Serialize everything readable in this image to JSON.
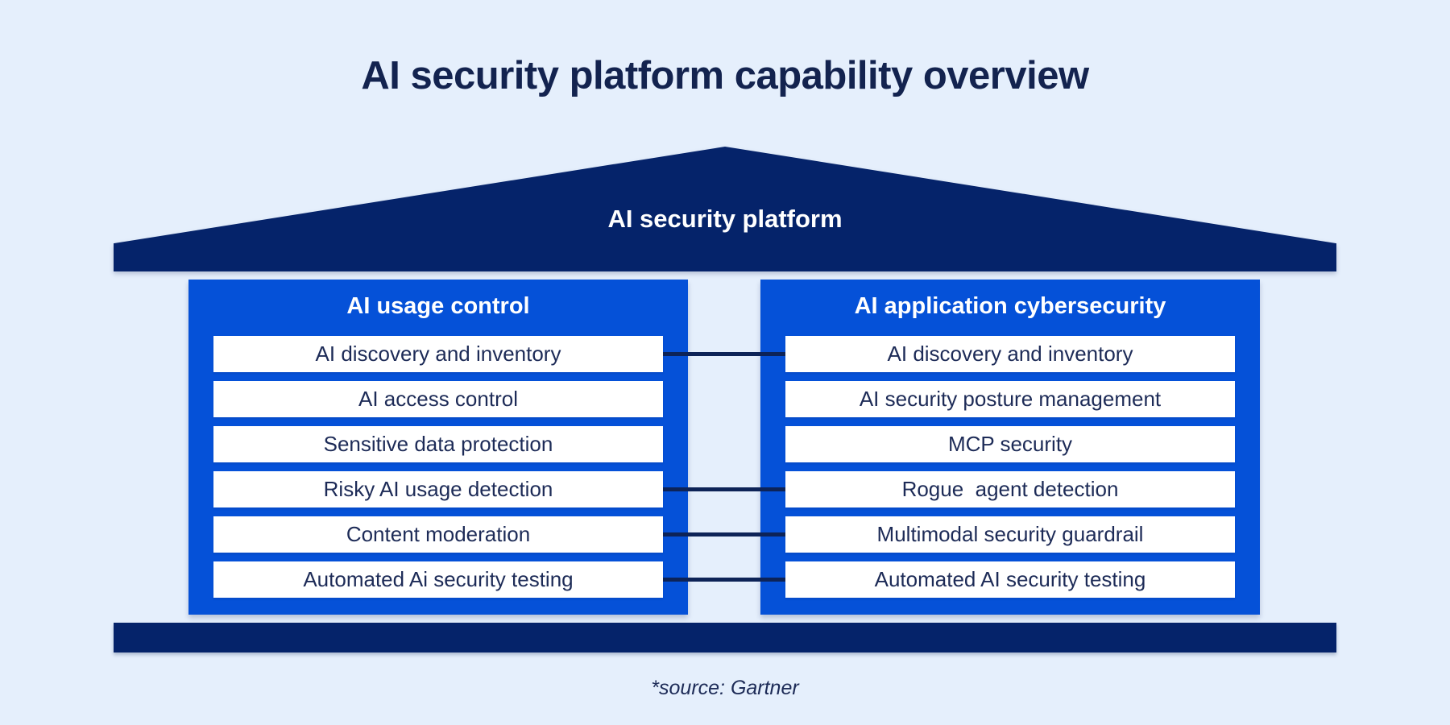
{
  "title": "AI security platform capability overview",
  "roof": {
    "label": "AI security platform"
  },
  "columns": {
    "left": {
      "header": "AI usage control",
      "rows": [
        "AI discovery and inventory",
        "AI access control",
        "Sensitive data protection",
        "Risky AI usage detection",
        "Content moderation",
        "Automated Ai security testing"
      ]
    },
    "right": {
      "header": "AI application cybersecurity",
      "rows": [
        "AI discovery and inventory",
        "AI security posture management",
        "MCP security",
        "Rogue  agent detection",
        "Multimodal security guardrail",
        "Automated AI security testing"
      ]
    }
  },
  "connectors": {
    "connected_row_indices": [
      0,
      3,
      4,
      5
    ]
  },
  "footer": {
    "source_note": "*source: Gartner"
  },
  "colors": {
    "background": "#e5effc",
    "navy": "#05236a",
    "bright_blue": "#0551d8",
    "text_navy": "#1d2b57",
    "white": "#ffffff"
  }
}
